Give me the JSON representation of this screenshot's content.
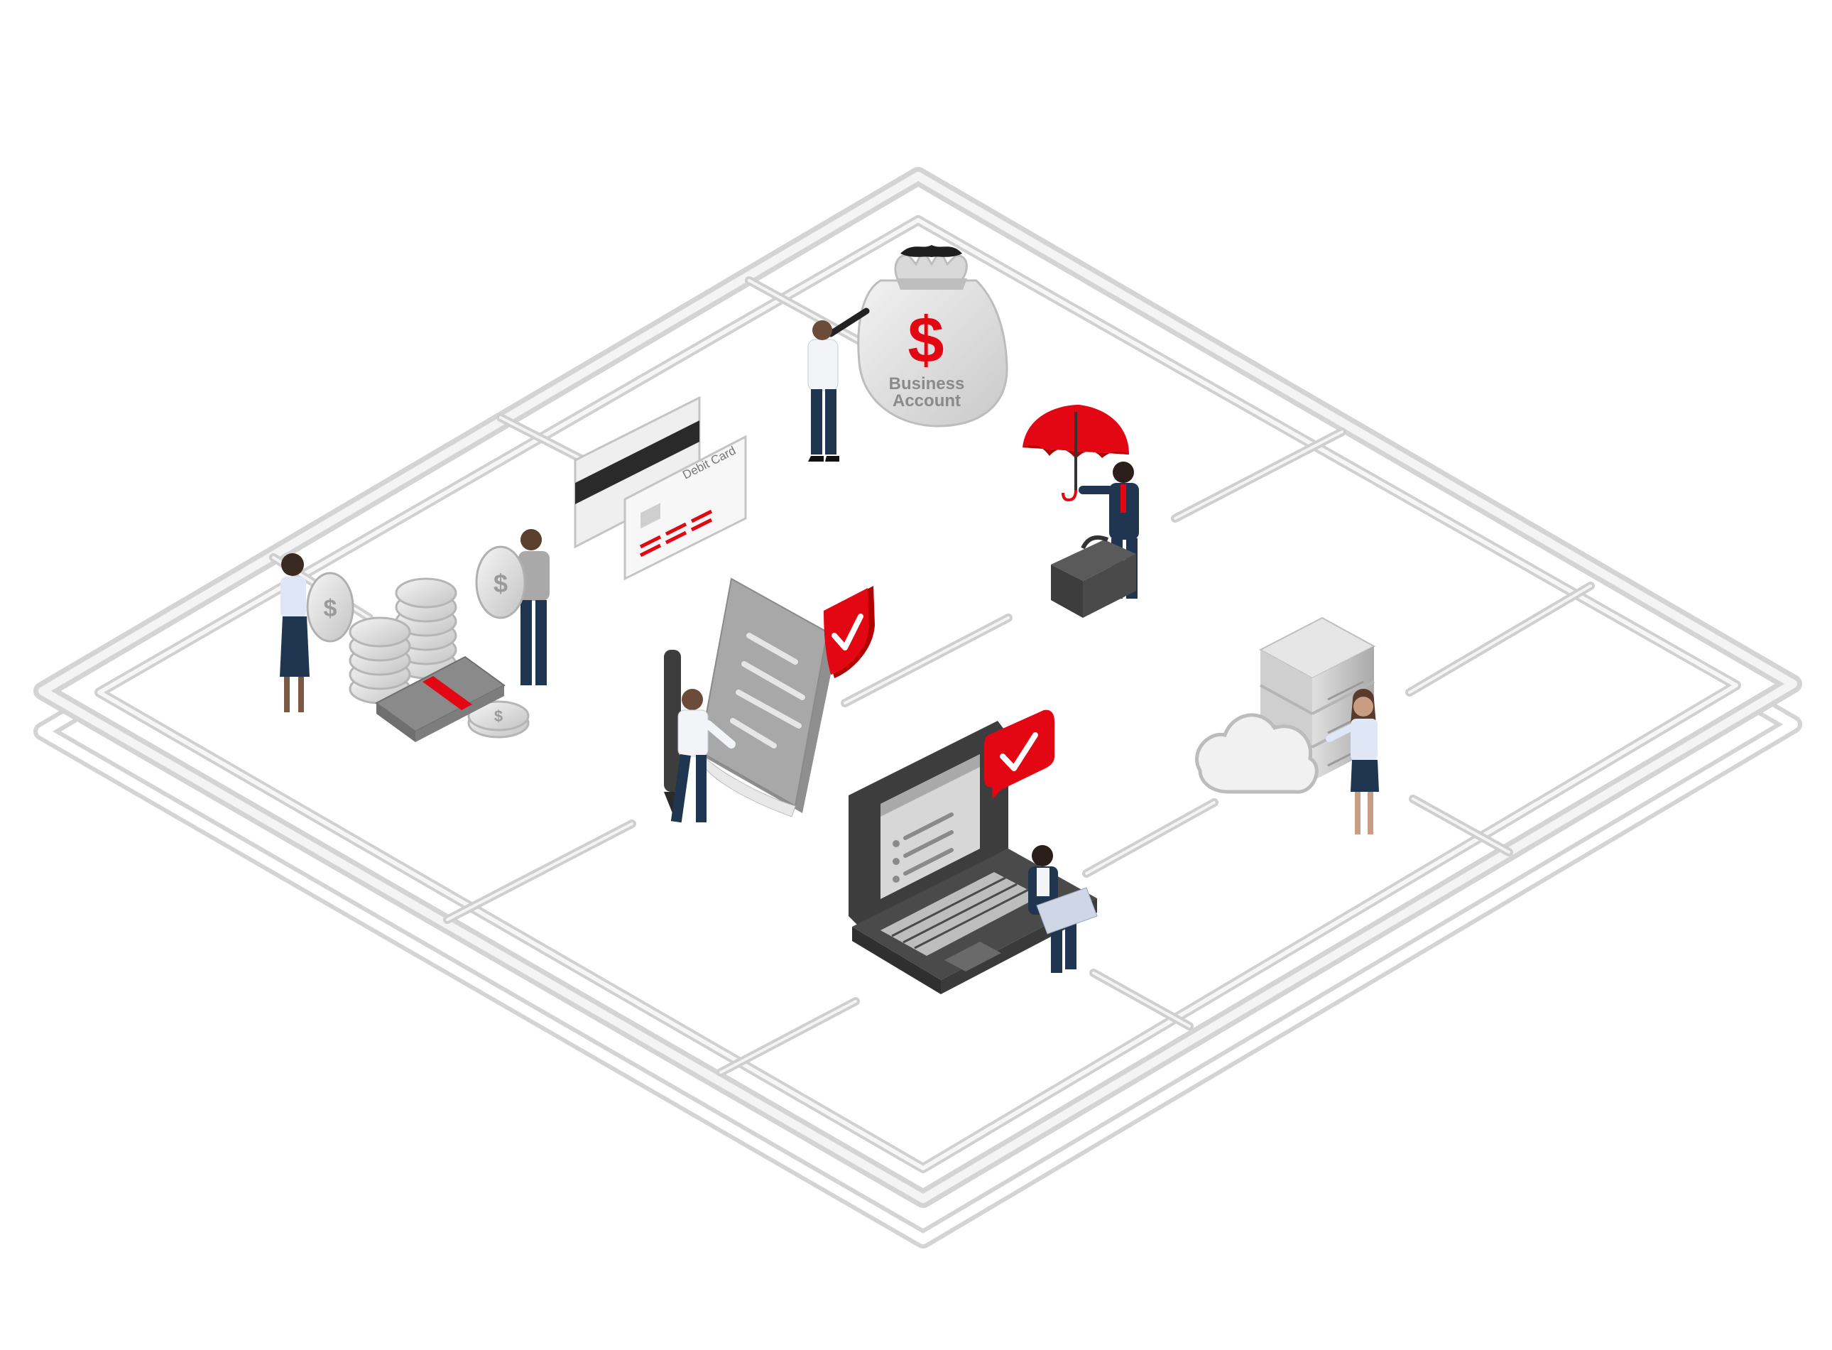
{
  "money_bag": {
    "symbol": "$",
    "line1": "Business",
    "line2": "Account"
  },
  "debit_card": {
    "label": "Debit Card"
  },
  "coin_symbol": "$",
  "colors": {
    "accent_red": "#e30613",
    "navy": "#1f3550",
    "platform_gray": "#cfcfcf",
    "object_gray": "#9a9a9a",
    "dark_gray": "#4a4a4a"
  },
  "icons": [
    "money-bag-icon",
    "debit-card-icon",
    "coin-stack-icon",
    "cash-bundle-icon",
    "umbrella-icon",
    "briefcase-icon",
    "document-icon",
    "shield-check-icon",
    "pen-icon",
    "laptop-icon",
    "server-icon",
    "cloud-icon",
    "telescope-icon"
  ]
}
